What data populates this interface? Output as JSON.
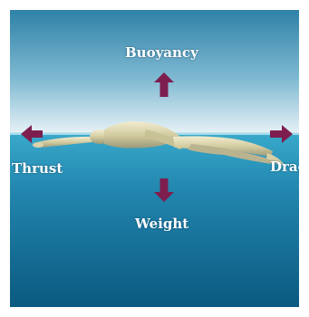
{
  "labels": {
    "buoyancy": "Buoyancy",
    "thrust": "Thrust",
    "drag": "Drag",
    "weight": "Weight"
  },
  "colors": {
    "sky_top": "#2f82a8",
    "sky_bottom": "#e9f3f7",
    "water_top": "#2e9ec2",
    "water_bottom": "#0d5f86",
    "arrow": "#7d1e4f",
    "label": "#ffffff",
    "swimmer": "#d8d2a8"
  },
  "icons": {
    "up_arrow": "arrow-up-icon",
    "down_arrow": "arrow-down-icon",
    "left_arrow": "arrow-left-icon",
    "right_arrow": "arrow-right-icon",
    "swimmer": "swimmer-illustration"
  }
}
